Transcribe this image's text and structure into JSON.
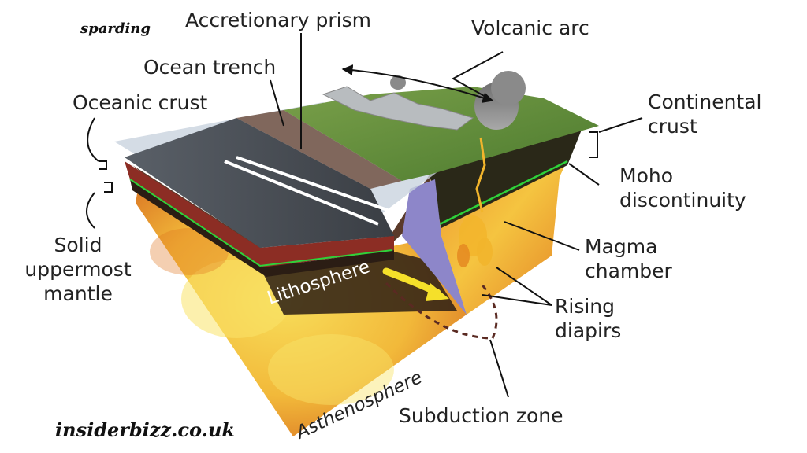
{
  "watermarks": {
    "top_left": "sparding",
    "bottom_left": "insiderbizz.co.uk"
  },
  "labels": {
    "accretionary_prism": "Accretionary prism",
    "volcanic_arc": "Volcanic arc",
    "ocean_trench": "Ocean trench",
    "oceanic_crust": "Oceanic crust",
    "continental_crust_line1": "Continental",
    "continental_crust_line2": "crust",
    "moho_line1": "Moho",
    "moho_line2": "discontinuity",
    "solid_mantle_line1": "Solid",
    "solid_mantle_line2": "uppermost",
    "solid_mantle_line3": "mantle",
    "magma_line1": "Magma",
    "magma_line2": "chamber",
    "diapirs_line1": "Rising",
    "diapirs_line2": "diapirs",
    "subduction_zone": "Subduction zone",
    "lithosphere": "Lithosphere",
    "asthenosphere": "Asthenosphere"
  },
  "colors": {
    "ocean_surface": "#8fa3b8",
    "ocean_floor": "#4a4f56",
    "continent_green": "#5f8a3a",
    "mountain_gray": "#b8bcbf",
    "crust_dark": "#2b2418",
    "lithosphere_red": "#7a2a22",
    "asthenosphere_yellow": "#f3c737",
    "asthenosphere_orange": "#e3822a",
    "moho_green": "#2fd23a",
    "subduction_purple": "#8d86c9",
    "magma": "#f2b52c"
  }
}
